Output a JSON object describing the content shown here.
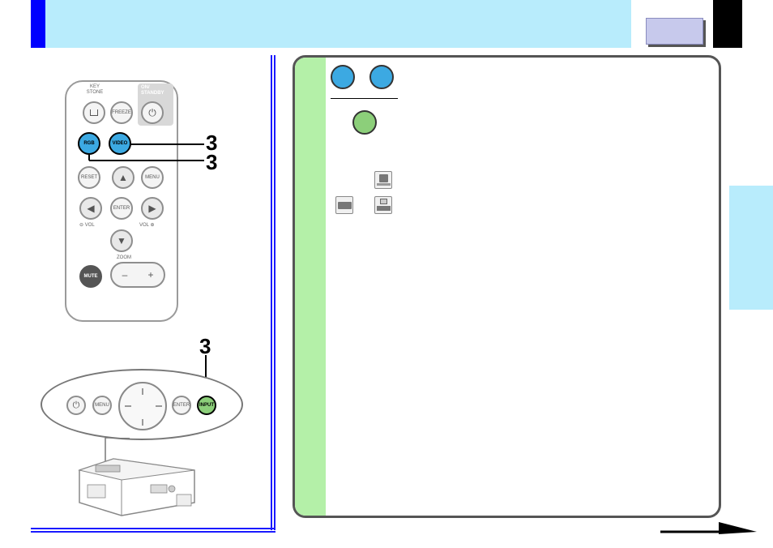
{
  "header": {
    "brand_color": "#0000ff",
    "band_color": "#b8ecfc",
    "tab_color": "#c7c9ec"
  },
  "remote": {
    "keystone_label": "KEY\nSTONE",
    "freeze_label": "FREEZE",
    "on_standby_label": "ON/\nSTANDBY",
    "rgb_label": "RGB",
    "video_label": "VIDEO",
    "reset_label": "RESET",
    "menu_label": "MENU",
    "enter_label": "ENTER",
    "vol_minus_label": "VOL",
    "vol_plus_label": "VOL",
    "zoom_label": "ZOOM",
    "mute_label": "MUTE",
    "zoom_minus": "–",
    "zoom_plus": "+",
    "callout_rgb": "3",
    "callout_video": "3"
  },
  "projector_panel": {
    "menu_label": "MENU",
    "enter_label": "ENTER",
    "input_label": "INPUT",
    "callout_input": "3"
  },
  "colors": {
    "rgb_button": "#3ca9e2",
    "input_button": "#8ccf7a",
    "step_strip": "#b4f0a8"
  }
}
